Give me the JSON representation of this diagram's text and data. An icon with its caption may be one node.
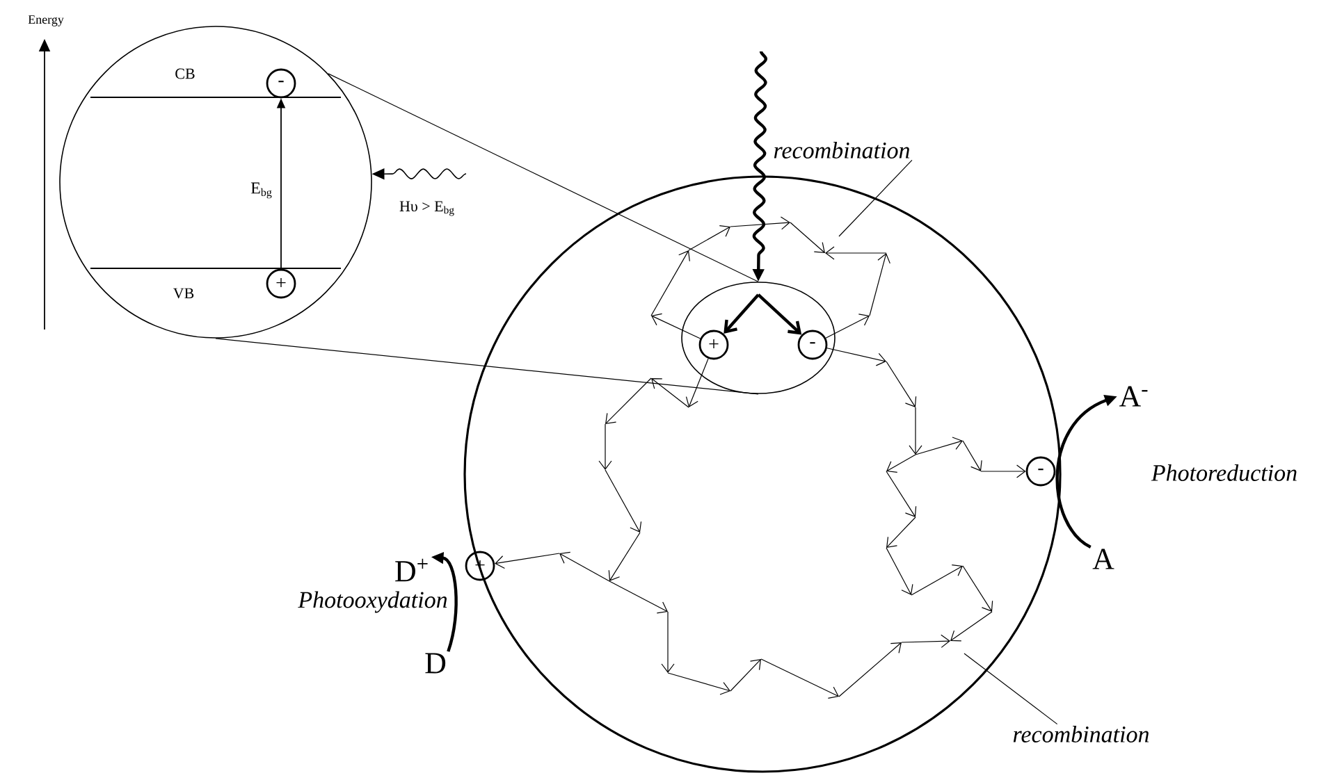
{
  "diagram": {
    "nodes": [
      {
        "text": [],
        "shape": "circle"
      },
      {
        "text": [
          "-"
        ],
        "in": 0
      },
      {
        "text": [
          "+"
        ],
        "in": 0
      },
      {
        "text": [],
        "shape": "circle"
      },
      {
        "text": [],
        "shape": "ellipse",
        "in": 3
      },
      {
        "text": [
          "+"
        ],
        "in": 4
      },
      {
        "text": [
          "-"
        ],
        "in": 4
      },
      {
        "text": [
          "+"
        ],
        "in": 3
      },
      {
        "text": [
          "-"
        ],
        "in": 3
      },
      {
        "text": [
          "A$^{-}$"
        ]
      },
      {
        "text": [
          "A"
        ]
      },
      {
        "text": [
          "D$^{+}$"
        ]
      },
      {
        "text": [
          "D"
        ]
      },
      {
        "text": [
          "recombination"
        ]
      },
      {
        "text": [
          "recombination"
        ]
      }
    ],
    "edges": [
      {
        "from": null,
        "to": 4,
        "arrow": "to",
        "style": "thick"
      },
      {
        "from": null,
        "to": 5,
        "arrow": "to",
        "style": "thick"
      },
      {
        "from": null,
        "to": 6,
        "arrow": "to",
        "style": "thick"
      },
      {
        "from": 2,
        "to": 1,
        "arrow": "to",
        "label": "E$_{bg}$"
      },
      {
        "from": null,
        "to": 0,
        "arrow": "to",
        "label": "Hυ > E$_{bg}$"
      },
      {
        "from": 0,
        "to": 4,
        "arrow": "none"
      },
      {
        "from": 0,
        "to": 4,
        "arrow": "none"
      },
      {
        "from": 5,
        "to": 7,
        "arrow": "to"
      },
      {
        "from": 6,
        "to": 8,
        "arrow": "to"
      },
      {
        "from": 5,
        "to": null,
        "arrow": "to"
      },
      {
        "from": 6,
        "to": null,
        "arrow": "to"
      },
      {
        "from": 10,
        "to": 9,
        "arrow": "to",
        "style": "thick",
        "label": "Photoreduction"
      },
      {
        "from": 12,
        "to": 11,
        "arrow": "to",
        "style": "thick",
        "label": "Photooxydation"
      },
      {
        "from": 13,
        "to": null,
        "arrow": "none"
      },
      {
        "from": 14,
        "to": null,
        "arrow": "none"
      }
    ],
    "labels": [
      "Energy",
      "CB",
      "VB"
    ]
  }
}
